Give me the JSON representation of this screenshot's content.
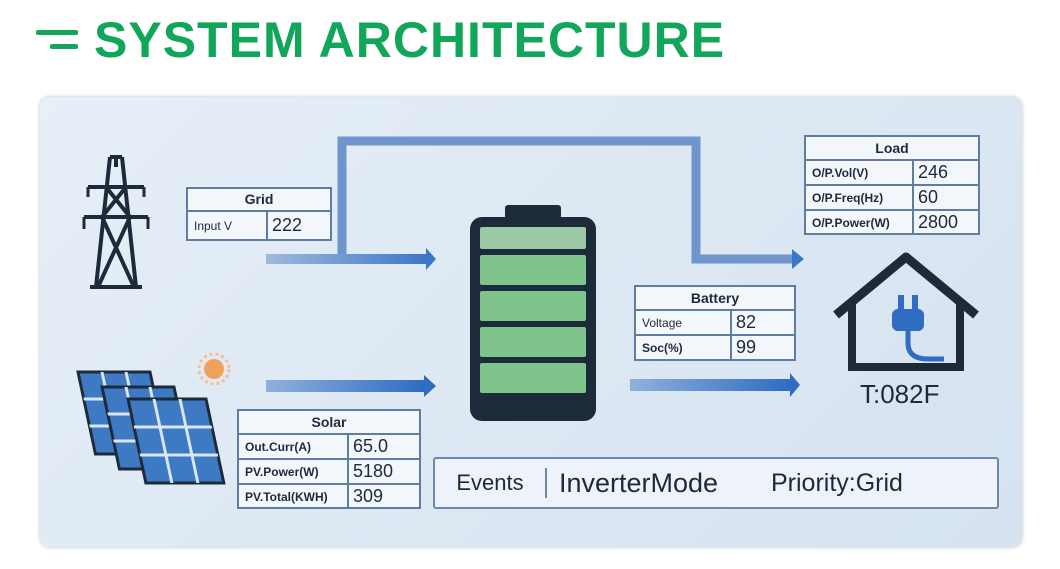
{
  "header": {
    "title": "SYSTEM ARCHITECTURE",
    "menu_icon": "menu-lines-icon"
  },
  "colors": {
    "accent": "#12a65a",
    "flow": "#3d78c8",
    "battery_cell": "#7fc48d",
    "battery_body": "#1d2a3a"
  },
  "grid": {
    "title": "Grid",
    "rows": [
      {
        "label": "Input V",
        "value": "222"
      }
    ]
  },
  "load": {
    "title": "Load",
    "rows": [
      {
        "label": "O/P.Vol(V)",
        "value": "246"
      },
      {
        "label": "O/P.Freq(Hz)",
        "value": "60"
      },
      {
        "label": "O/P.Power(W)",
        "value": "2800"
      }
    ]
  },
  "battery": {
    "title": "Battery",
    "rows": [
      {
        "label": "Voltage",
        "value": "82"
      },
      {
        "label": "Soc(%)",
        "value": "99"
      }
    ],
    "cells_filled": 5
  },
  "solar": {
    "title": "Solar",
    "rows": [
      {
        "label": "Out.Curr(A)",
        "value": "65.0"
      },
      {
        "label": "PV.Power(W)",
        "value": "5180"
      },
      {
        "label": "PV.Total(KWH)",
        "value": "309"
      }
    ]
  },
  "status": {
    "events_label": "Events",
    "mode": "InverterMode",
    "priority": "Priority:Grid"
  },
  "temperature": "T:082F",
  "icons": [
    "transmission-tower-icon",
    "sun-icon",
    "solar-panel-icon",
    "battery-icon",
    "house-plug-icon"
  ]
}
